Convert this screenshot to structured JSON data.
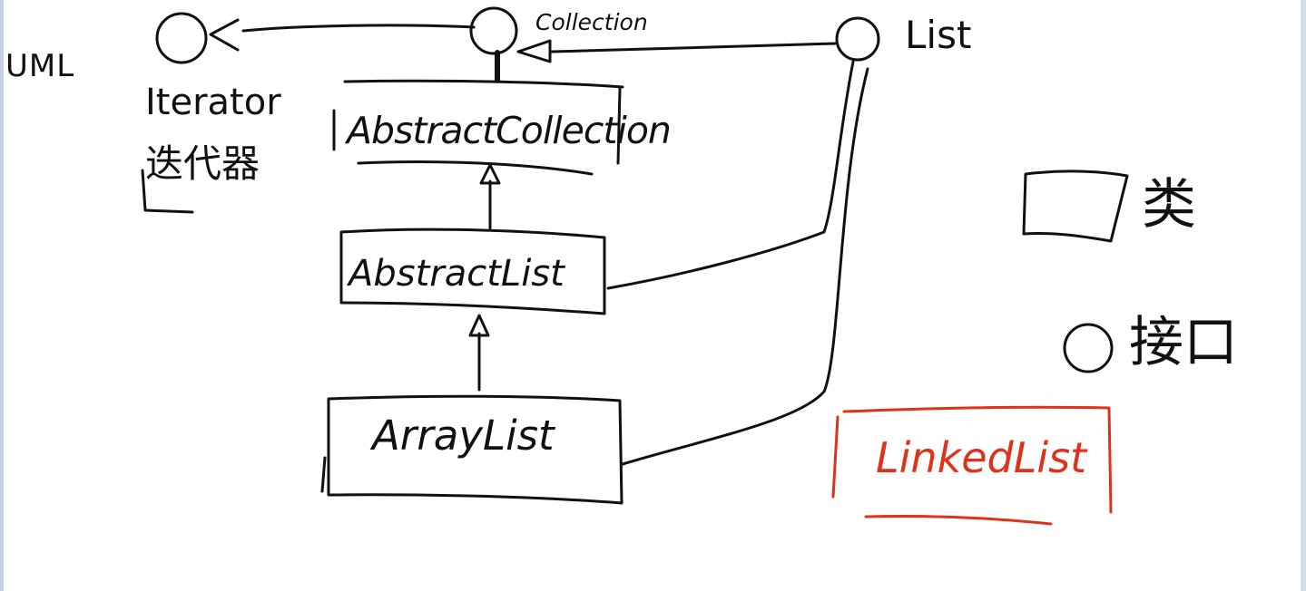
{
  "colors": {
    "ink": "#111111",
    "highlight": "#e0311b",
    "background": "#ffffff"
  },
  "labels": {
    "uml": "UML",
    "iterator": "Iterator",
    "iterator_cn": "迭代器",
    "collection": "Collection",
    "list": "List",
    "abstract_collection": "AbstractCollection",
    "abstract_list": "AbstractList",
    "array_list": "ArrayList",
    "linked_list": "LinkedList",
    "legend_class": "类",
    "legend_interface": "接口"
  }
}
